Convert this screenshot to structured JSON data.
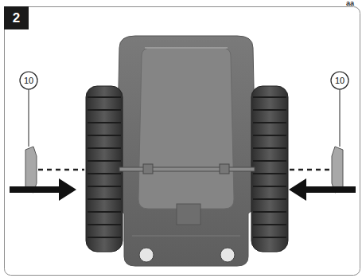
{
  "diagram": {
    "labels": [
      "2",
      "10",
      "10",
      "aa"
    ]
  }
}
